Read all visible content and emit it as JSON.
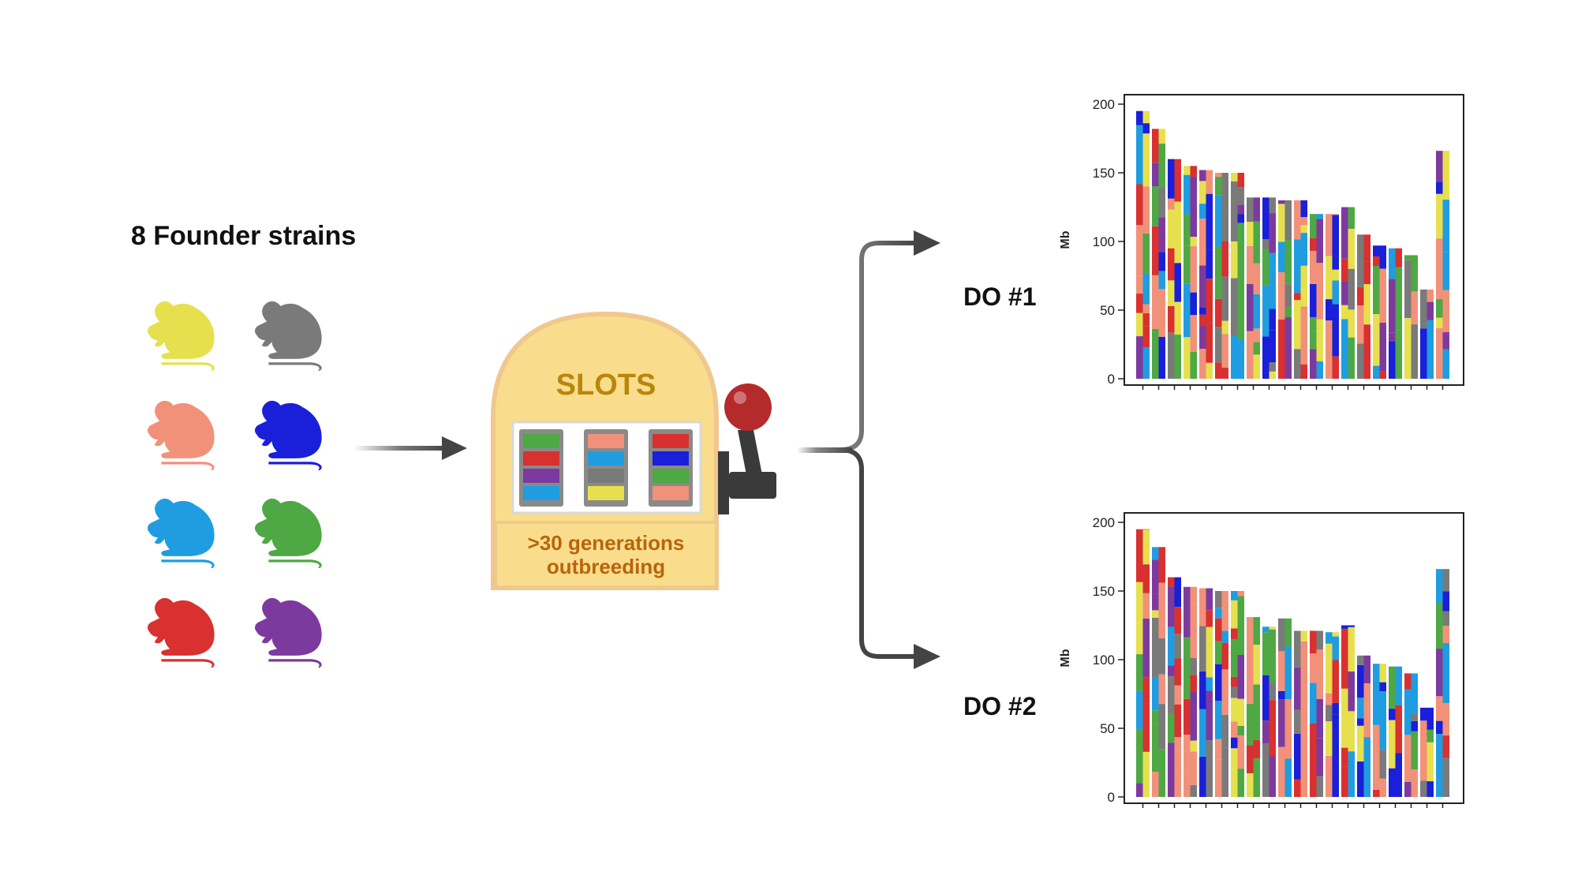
{
  "founders": {
    "title": "8 Founder strains",
    "strains": [
      {
        "color": "#e6e04f",
        "icon": "yellow-mouse-icon"
      },
      {
        "color": "#7a7a7a",
        "icon": "gray-mouse-icon"
      },
      {
        "color": "#f2917a",
        "icon": "salmon-mouse-icon"
      },
      {
        "color": "#1a1fd9",
        "icon": "blue-mouse-icon"
      },
      {
        "color": "#1f9de0",
        "icon": "lightblue-mouse-icon"
      },
      {
        "color": "#4ea843",
        "icon": "green-mouse-icon"
      },
      {
        "color": "#d93030",
        "icon": "red-mouse-icon"
      },
      {
        "color": "#7d3a9e",
        "icon": "purple-mouse-icon"
      }
    ]
  },
  "slot_machine": {
    "title": "SLOTS",
    "caption_line1": ">30 generations",
    "caption_line2": "outbreeding",
    "reels": [
      [
        "#4ea843",
        "#d93030",
        "#7d3a9e",
        "#1f9de0"
      ],
      [
        "#f2917a",
        "#1f9de0",
        "#7a7a7a",
        "#e6e04f"
      ],
      [
        "#d93030",
        "#1a1fd9",
        "#4ea843",
        "#f2917a"
      ]
    ],
    "body_color": "#f9dd8c",
    "border_color": "#f0c88e",
    "title_color": "#b8860b",
    "caption_color": "#b8650c",
    "knob_color": "#b52a2a",
    "lever_color": "#3a3a3a"
  },
  "offspring": [
    {
      "label": "DO #1",
      "icon": "mosaic-mouse-icon"
    },
    {
      "label": "DO #2",
      "icon": "mosaic-mouse-icon"
    }
  ],
  "chart_data": [
    {
      "type": "bar",
      "description_of": "DO #1 chromosomes",
      "ylabel": "Mb",
      "ylim": [
        0,
        200
      ],
      "yticks": [
        0,
        50,
        100,
        150,
        200
      ],
      "values": [
        195,
        182,
        160,
        155,
        152,
        150,
        150,
        132,
        132,
        130,
        130,
        120,
        120,
        125,
        105,
        97,
        95,
        90,
        65,
        166
      ],
      "stacked_segments": "founder-colored haplotype blocks"
    },
    {
      "type": "bar",
      "description_of": "DO #2 chromosomes",
      "ylabel": "Mb",
      "ylim": [
        0,
        200
      ],
      "yticks": [
        0,
        50,
        100,
        150,
        200
      ],
      "values": [
        195,
        182,
        160,
        153,
        152,
        150,
        150,
        131,
        124,
        130,
        121,
        121,
        120,
        125,
        103,
        97,
        95,
        90,
        65,
        166
      ],
      "stacked_segments": "founder-colored haplotype blocks"
    }
  ]
}
